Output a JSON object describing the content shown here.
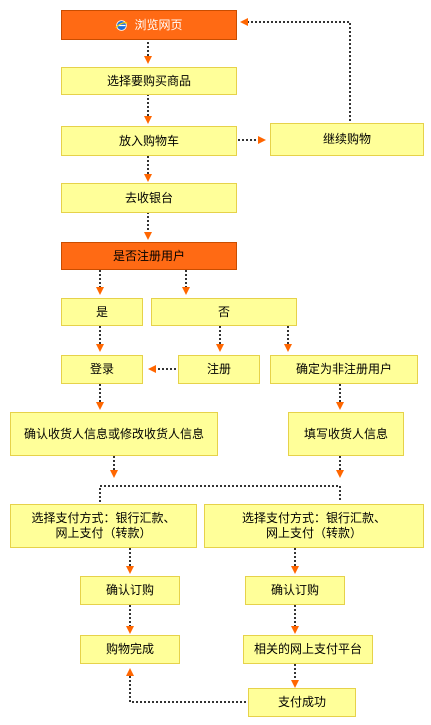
{
  "flow": {
    "browse": "浏览网页",
    "select_goods": "选择要购买商品",
    "add_cart": "放入购物车",
    "continue_shopping": "继续购物",
    "checkout": "去收银台",
    "is_registered": "是否注册用户",
    "yes": "是",
    "no": "否",
    "login": "登录",
    "register": "注册",
    "unregistered": "确定为非注册用户",
    "confirm_or_modify": "确认收货人信息或修改收货人信息",
    "fill_receiver": "填写收货人信息",
    "pay_method_line1": "选择支付方式：银行汇款、",
    "pay_method_line2": "网上支付（转款）",
    "confirm_order": "确认订购",
    "purchase_done": "购物完成",
    "online_platform": "相关的网上支付平台",
    "pay_success": "支付成功"
  },
  "colors": {
    "box_fill": "#ffff99",
    "box_border": "#e6d24a",
    "highlight_fill": "#ff6a14",
    "arrow": "#ff6600",
    "dotted_line": "#000000"
  },
  "icons": {
    "browser": "ie-icon"
  }
}
